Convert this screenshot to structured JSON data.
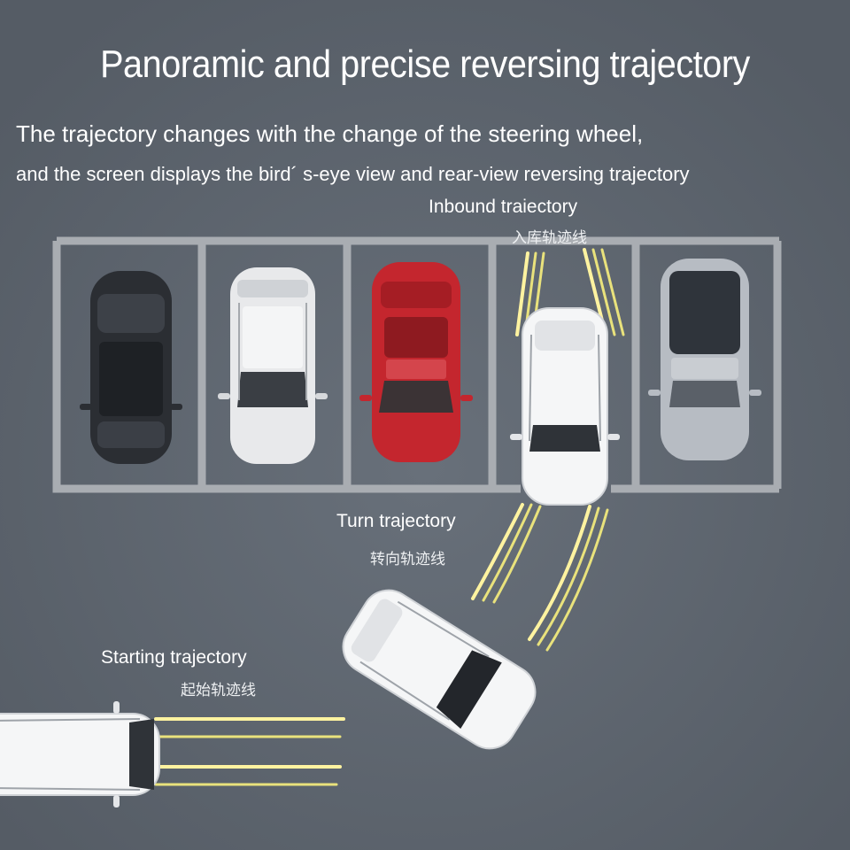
{
  "title": "Panoramic and precise reversing trajectory",
  "subtitle_line1": "The trajectory changes with the change of the steering wheel,",
  "subtitle_line2": "and the screen displays the bird´  s-eye view and rear-view reversing trajectory",
  "labels": {
    "inbound_en": "Inbound traiectory",
    "inbound_zh": "入库轨迹线",
    "turn_en": "Turn trajectory",
    "turn_zh": "转向轨迹线",
    "start_en": "Starting trajectory",
    "start_zh": "起始轨迹线"
  },
  "colors": {
    "background": "#5c636c",
    "parking_lines": "#a9adb2",
    "trajectory": "#e9e27c",
    "car_black": "#2b2e33",
    "car_white": "#f2f3f4",
    "car_red": "#c4262e",
    "car_grey": "#b7bcc3"
  }
}
